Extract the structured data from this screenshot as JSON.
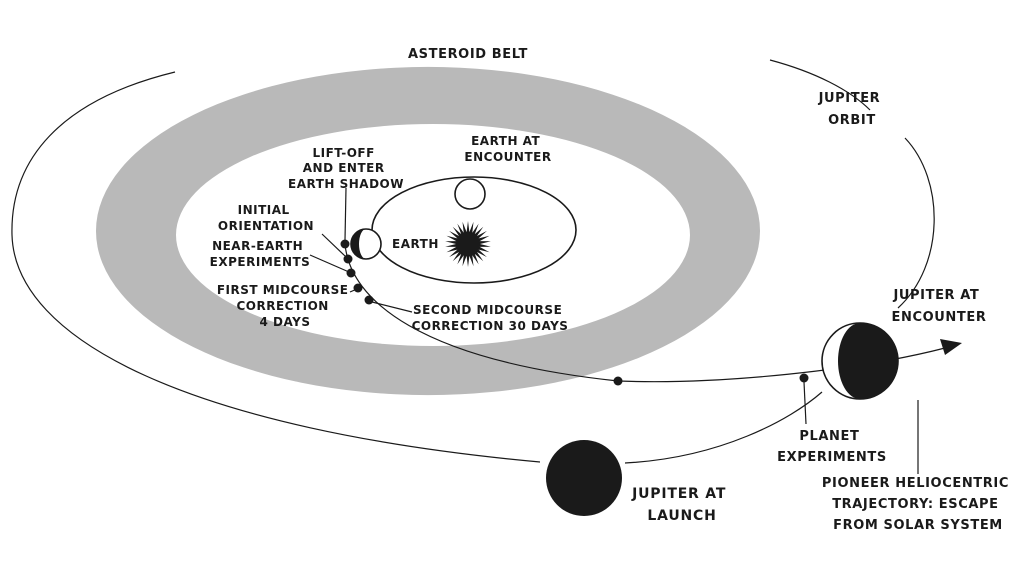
{
  "labels": {
    "asteroid_belt": "ASTEROID BELT",
    "jupiter_orbit": [
      "JUPITER",
      "ORBIT"
    ],
    "earth_at_encounter": [
      "EARTH AT",
      "ENCOUNTER"
    ],
    "lift_off": [
      "LIFT-OFF",
      "AND ENTER",
      "EARTH SHADOW"
    ],
    "initial_orientation": [
      "INITIAL",
      "ORIENTATION"
    ],
    "near_earth_experiments": [
      "NEAR-EARTH",
      "EXPERIMENTS"
    ],
    "earth": "EARTH",
    "first_midcourse": [
      "FIRST MIDCOURSE",
      "CORRECTION",
      "4 DAYS"
    ],
    "second_midcourse": [
      "SECOND MIDCOURSE",
      "CORRECTION 30 DAYS"
    ],
    "jupiter_at_encounter": [
      "JUPITER AT",
      "ENCOUNTER"
    ],
    "planet_experiments": [
      "PLANET",
      "EXPERIMENTS"
    ],
    "pioneer_trajectory": [
      "PIONEER HELIOCENTRIC",
      "TRAJECTORY:  ESCAPE",
      "FROM SOLAR SYSTEM"
    ],
    "jupiter_at_launch": [
      "JUPITER AT",
      "LAUNCH"
    ]
  },
  "colors": {
    "belt": "#b9b9b9",
    "ink": "#1a1a1a",
    "background": "#ffffff"
  }
}
